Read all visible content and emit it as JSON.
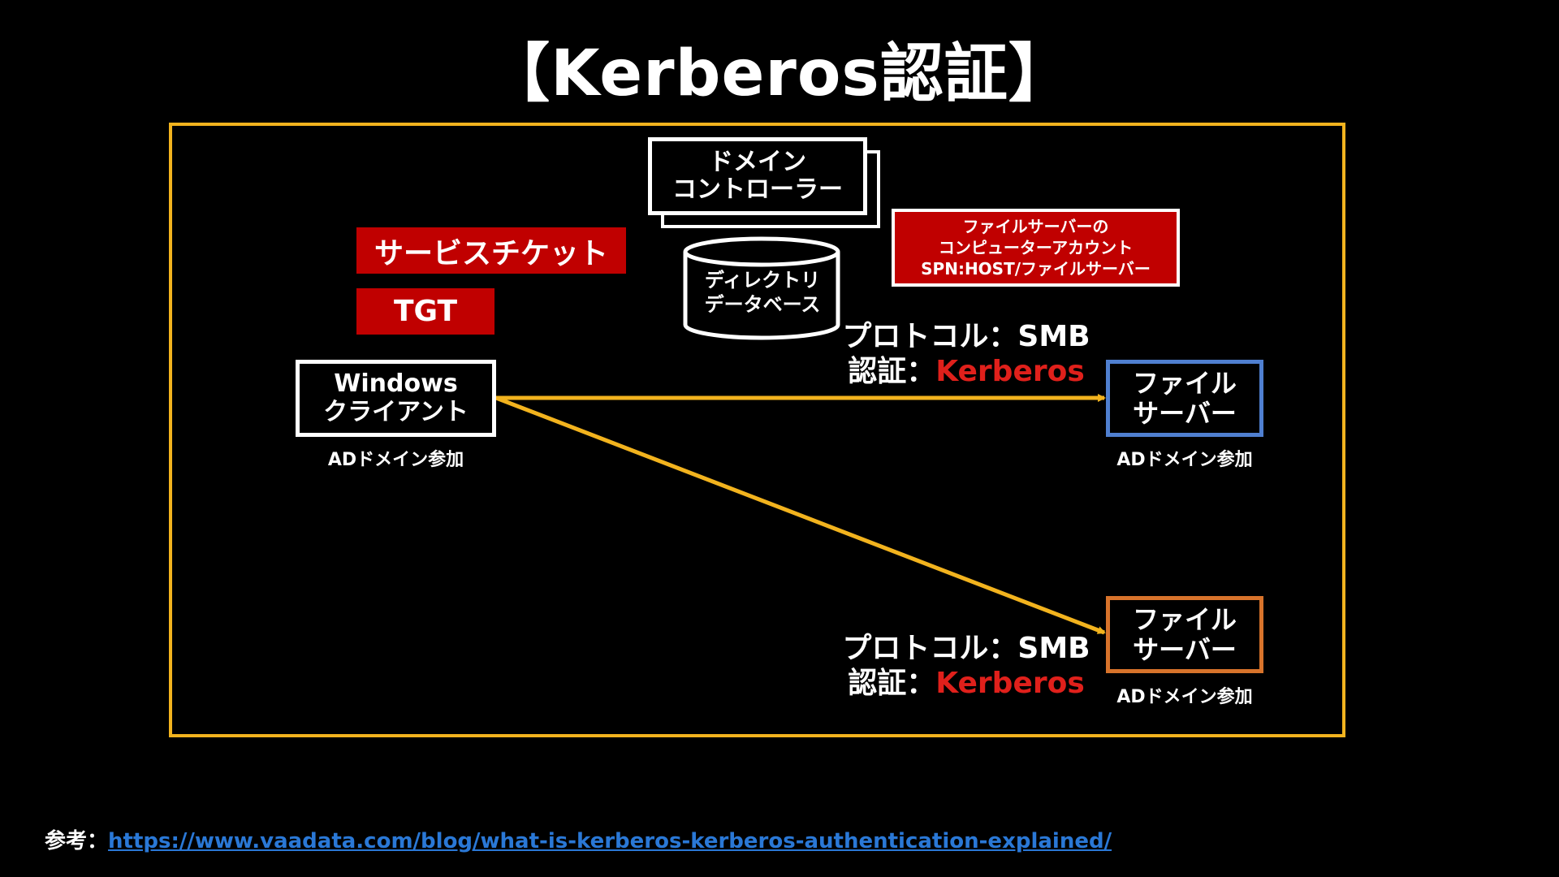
{
  "title": "【Kerberos認証】",
  "colors": {
    "frame": "#f2b31e",
    "arrow": "#f2b31e",
    "ticket_red": "#c00000",
    "kerberos_text": "#e0201b",
    "file_server_1_border": "#4f7fd0",
    "file_server_2_border": "#d8732b",
    "link": "#2a78d6"
  },
  "domain_controller": {
    "line1": "ドメイン",
    "line2": "コントローラー"
  },
  "directory_db": {
    "line1": "ディレクトリ",
    "line2": "データベース"
  },
  "computer_account": {
    "line1": "ファイルサーバーの",
    "line2": "コンピューターアカウント",
    "line3": "SPN:HOST/ファイルサーバー"
  },
  "tickets": {
    "service_ticket": "サービスチケット",
    "tgt": "TGT"
  },
  "client": {
    "line1": "Windows",
    "line2": "クライアント",
    "caption": "ADドメイン参加"
  },
  "file_server_1": {
    "line1": "ファイル",
    "line2": "サーバー",
    "caption": "ADドメイン参加"
  },
  "file_server_2": {
    "line1": "ファイル",
    "line2": "サーバー",
    "caption": "ADドメイン参加"
  },
  "connection_1": {
    "protocol": "プロトコル：SMB",
    "auth_label": "認証：",
    "auth_value": "Kerberos"
  },
  "connection_2": {
    "protocol": "プロトコル：SMB",
    "auth_label": "認証：",
    "auth_value": "Kerberos"
  },
  "reference": {
    "label": "参考：",
    "url": "https://www.vaadata.com/blog/what-is-kerberos-kerberos-authentication-explained/"
  }
}
